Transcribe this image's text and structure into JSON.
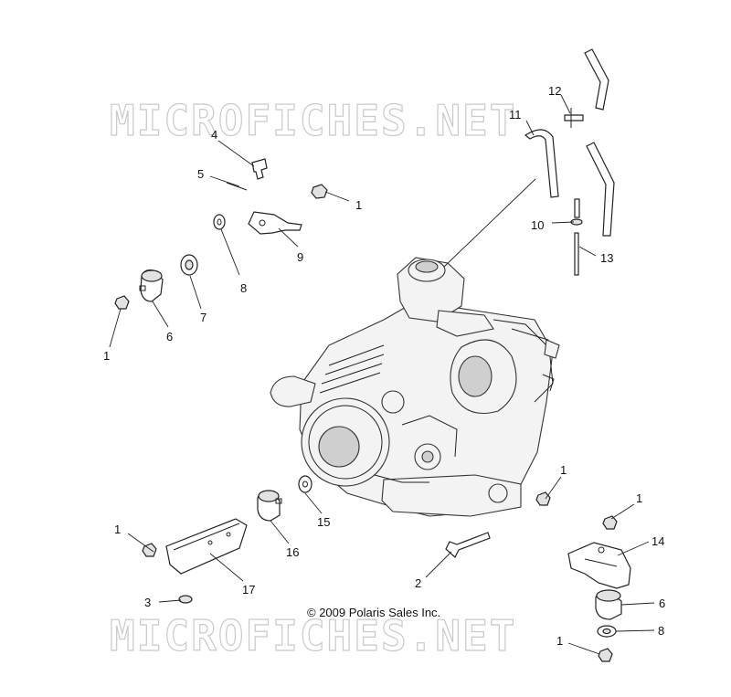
{
  "watermark": "MICROFICHES.NET",
  "copyright": "© 2009 Polaris Sales Inc.",
  "callouts": [
    {
      "id": "c12",
      "label": "12"
    },
    {
      "id": "c11",
      "label": "11"
    },
    {
      "id": "c4a",
      "label": "4"
    },
    {
      "id": "c5",
      "label": "5"
    },
    {
      "id": "c1a",
      "label": "1"
    },
    {
      "id": "c10",
      "label": "10"
    },
    {
      "id": "c13",
      "label": "13"
    },
    {
      "id": "c9",
      "label": "9"
    },
    {
      "id": "c8a",
      "label": "8"
    },
    {
      "id": "c7",
      "label": "7"
    },
    {
      "id": "c6a",
      "label": "6"
    },
    {
      "id": "c1b",
      "label": "1"
    },
    {
      "id": "c1c",
      "label": "1"
    },
    {
      "id": "c1d",
      "label": "1"
    },
    {
      "id": "c15",
      "label": "15"
    },
    {
      "id": "c16",
      "label": "16"
    },
    {
      "id": "c1e",
      "label": "1"
    },
    {
      "id": "c14",
      "label": "14"
    },
    {
      "id": "c17",
      "label": "17"
    },
    {
      "id": "c2",
      "label": "2"
    },
    {
      "id": "c3",
      "label": "3"
    },
    {
      "id": "c6b",
      "label": "6"
    },
    {
      "id": "c8b",
      "label": "8"
    },
    {
      "id": "c1f",
      "label": "1"
    }
  ]
}
